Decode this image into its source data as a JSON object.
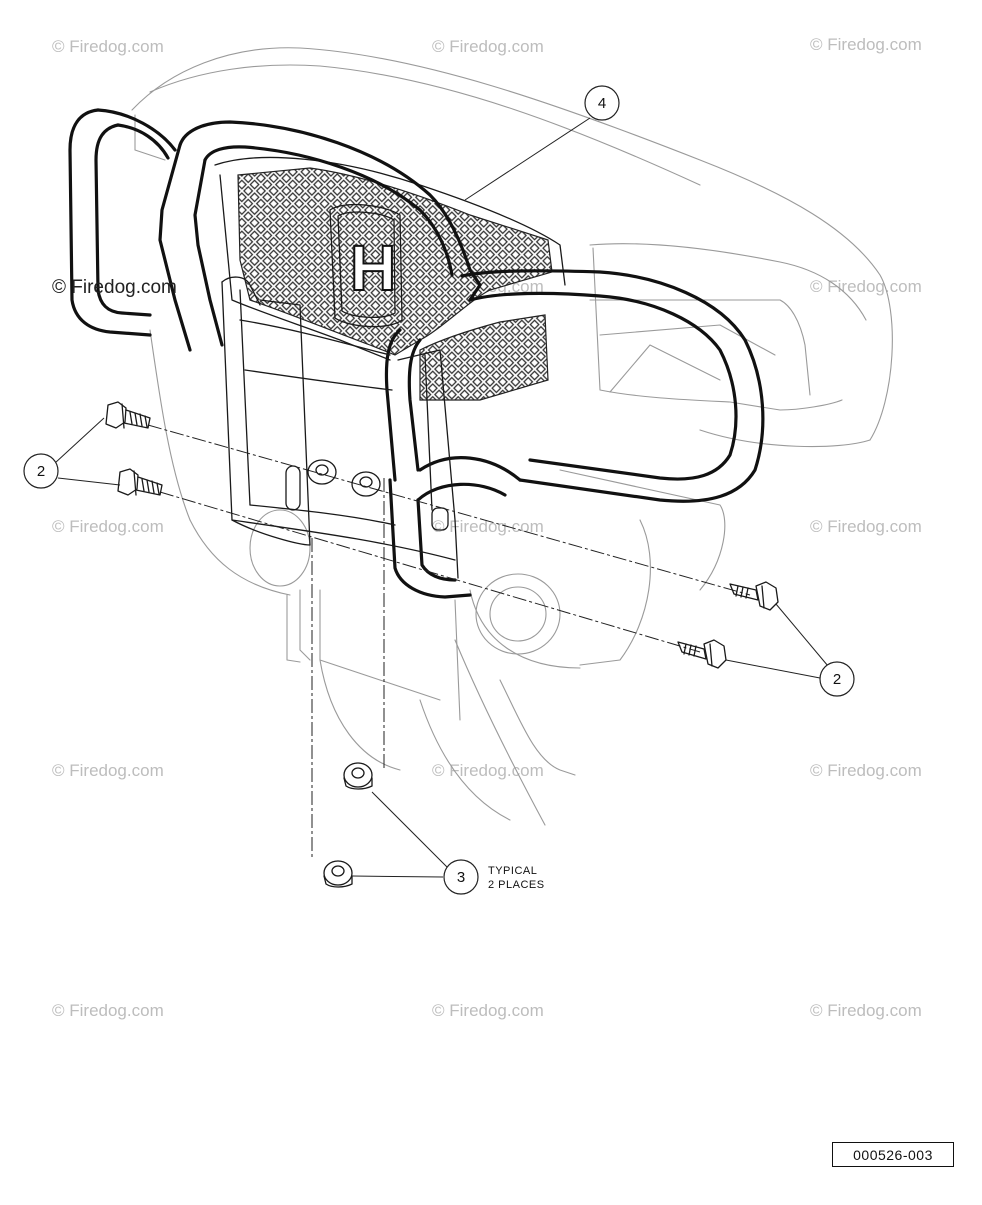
{
  "diagram": {
    "callouts": {
      "guard": "4",
      "bolts_left": "2",
      "bolts_right": "2",
      "nuts": "3"
    },
    "note": [
      "TYPICAL",
      "2 PLACES"
    ],
    "figure_number": "000526-003",
    "logo_letter": "H"
  },
  "watermark": {
    "text": "© Firedog.com",
    "prominent_text": "© Firedog.com",
    "color": "#bdbdbd"
  }
}
